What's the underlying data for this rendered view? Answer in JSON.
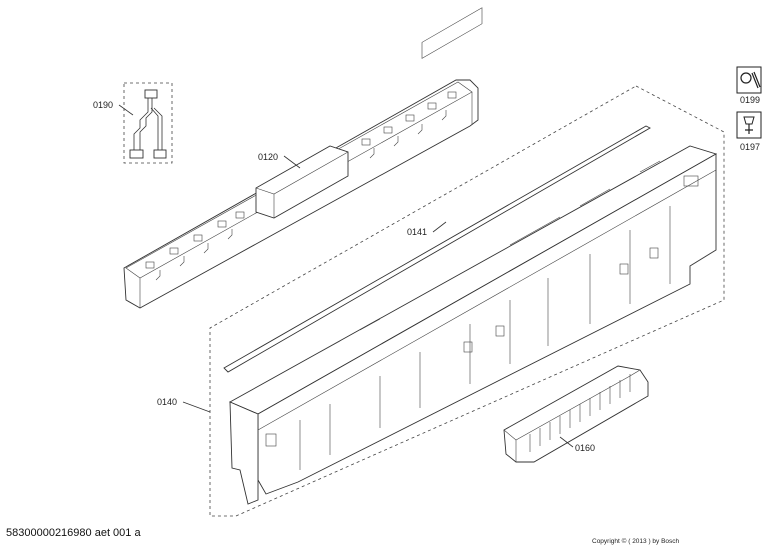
{
  "parts": {
    "p0190": "0190",
    "p0120": "0120",
    "p0141": "0141",
    "p0140": "0140",
    "p0160": "0160",
    "p0199": "0199",
    "p0197": "0197"
  },
  "footer": {
    "diagram_id": "58300000216980 aet 001 a",
    "copyright": "Copyright © ( 2013 ) by Bosch"
  },
  "icons": {
    "service": "wrench-icon",
    "accessory": "tool-bit-icon"
  }
}
